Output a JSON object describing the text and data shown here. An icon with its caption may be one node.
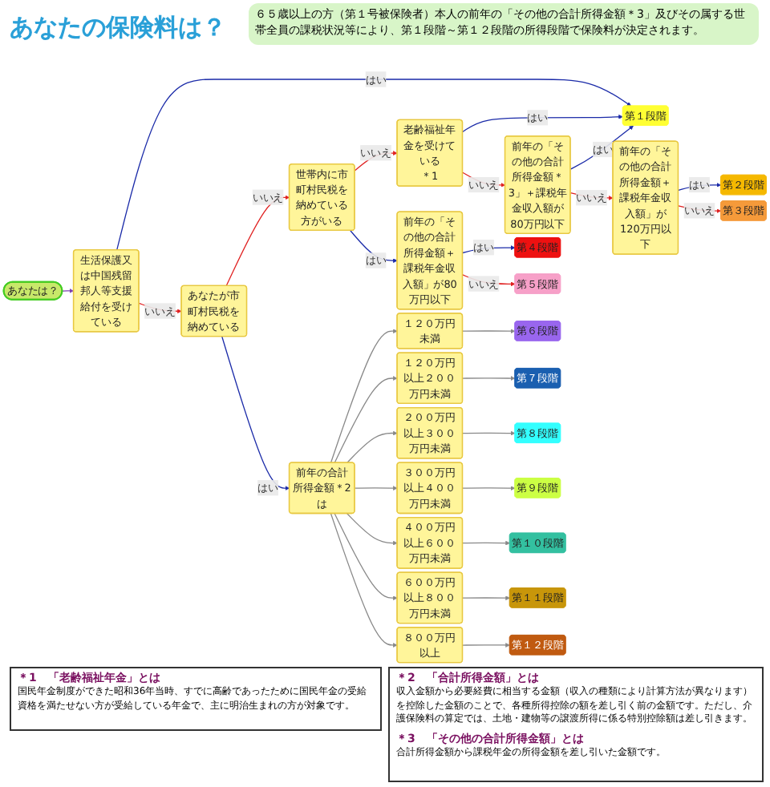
{
  "diagram": {
    "title": "あなたの保険料は？",
    "nodes": [
      {
        "text": [
          "あなたは？"
        ]
      },
      {
        "text": [
          "生活保護又は中国残留邦人等支援給付を受けている"
        ]
      },
      {
        "text": [
          "あなたが市町村民税を納めている"
        ]
      },
      {
        "text": [
          "世帯内に市町村民税を納めている方がいる"
        ]
      },
      {
        "text": [
          "老齢福祉年金を受けている",
          "＊1"
        ]
      },
      {
        "text": [
          "前年の「その他の合計所得金額＊3」＋課税年金収入額が80万円以下"
        ]
      },
      {
        "text": [
          "前年の「その他の合計所得金額＋課税年金収入額」が120万円以下"
        ]
      },
      {
        "text": [
          "前年の「その他の合計所得金額＋課税年金収入額」が80万円以下"
        ]
      },
      {
        "text": [
          "前年の合計所得金額＊2は"
        ]
      },
      {
        "text": [
          "１２０万円未満"
        ]
      },
      {
        "text": [
          "１２０万円以上２００万円未満"
        ]
      },
      {
        "text": [
          "２００万円以上３００万円未満"
        ]
      },
      {
        "text": [
          "３００万円以上４００万円未満"
        ]
      },
      {
        "text": [
          "４００万円以上６００万円未満"
        ]
      },
      {
        "text": [
          "６００万円以上８００万円未満"
        ]
      },
      {
        "text": [
          "８００万円以上"
        ]
      },
      {
        "text": [
          "第１段階"
        ]
      },
      {
        "text": [
          "第２段階"
        ]
      },
      {
        "text": [
          "第３段階"
        ]
      },
      {
        "text": [
          "第４段階"
        ]
      },
      {
        "text": [
          "第５段階"
        ]
      },
      {
        "text": [
          "第６段階"
        ]
      },
      {
        "text": [
          "第７段階"
        ]
      },
      {
        "text": [
          "第８段階"
        ]
      },
      {
        "text": [
          "第９段階"
        ]
      },
      {
        "text": [
          "第１０段階"
        ]
      },
      {
        "text": [
          "第１１段階"
        ]
      },
      {
        "text": [
          "第１２段階"
        ]
      }
    ],
    "edges": [
      {
        "from": 0,
        "to": 1,
        "arrow": "to",
        "color": "#7b3fb0"
      },
      {
        "from": 1,
        "to": 16,
        "arrow": "to",
        "label": "はい",
        "color": "#1a2aa8"
      },
      {
        "from": 1,
        "to": 2,
        "arrow": "to",
        "label": "いいえ",
        "color": "#e02020"
      },
      {
        "from": 2,
        "to": 3,
        "arrow": "to",
        "label": "いいえ",
        "color": "#e02020"
      },
      {
        "from": 2,
        "to": 8,
        "arrow": "to",
        "label": "はい",
        "color": "#1a2aa8"
      },
      {
        "from": 3,
        "to": 4,
        "arrow": "to",
        "label": "いいえ",
        "color": "#e02020"
      },
      {
        "from": 3,
        "to": 7,
        "arrow": "to",
        "label": "はい",
        "color": "#1a2aa8"
      },
      {
        "from": 4,
        "to": 16,
        "arrow": "to",
        "label": "はい",
        "color": "#1a2aa8"
      },
      {
        "from": 4,
        "to": 5,
        "arrow": "to",
        "label": "いいえ",
        "color": "#e02020"
      },
      {
        "from": 5,
        "to": 16,
        "arrow": "to",
        "label": "はい",
        "color": "#1a2aa8"
      },
      {
        "from": 5,
        "to": 6,
        "arrow": "to",
        "label": "いいえ",
        "color": "#e02020"
      },
      {
        "from": 6,
        "to": 17,
        "arrow": "to",
        "label": "はい",
        "color": "#1a2aa8"
      },
      {
        "from": 6,
        "to": 18,
        "arrow": "to",
        "label": "いいえ",
        "color": "#e02020"
      },
      {
        "from": 7,
        "to": 19,
        "arrow": "to",
        "label": "はい",
        "color": "#1a2aa8"
      },
      {
        "from": 7,
        "to": 20,
        "arrow": "to",
        "label": "いいえ",
        "color": "#e02020"
      },
      {
        "from": 8,
        "to": 9,
        "arrow": "to"
      },
      {
        "from": 8,
        "to": 10,
        "arrow": "to"
      },
      {
        "from": 8,
        "to": 11,
        "arrow": "to"
      },
      {
        "from": 8,
        "to": 12,
        "arrow": "to"
      },
      {
        "from": 8,
        "to": 13,
        "arrow": "to"
      },
      {
        "from": 8,
        "to": 14,
        "arrow": "to"
      },
      {
        "from": 8,
        "to": 15,
        "arrow": "to"
      },
      {
        "from": 9,
        "to": 21,
        "arrow": "to"
      },
      {
        "from": 10,
        "to": 22,
        "arrow": "to"
      },
      {
        "from": 11,
        "to": 23,
        "arrow": "to"
      },
      {
        "from": 12,
        "to": 24,
        "arrow": "to"
      },
      {
        "from": 13,
        "to": 25,
        "arrow": "to"
      },
      {
        "from": 14,
        "to": 26,
        "arrow": "to"
      },
      {
        "from": 15,
        "to": 27,
        "arrow": "to"
      }
    ],
    "labels": [
      "６５歳以上の方（第１号被保険者）本人の前年の「その他の合計所得金額＊3」及びその属する世帯全員の課税状況等により、第１段階～第１２段階の所得段階で保険料が決定されます。",
      "＊1　「老齢福祉年金」とは",
      "国民年金制度ができた昭和36年当時、すでに高齢であったために国民年金の受給資格を満たせない方が受給している年金で、主に明治生まれの方が対象です。",
      "＊2　「合計所得金額」とは",
      "収入金額から必要経費に相当する金額（収入の種類により計算方法が異なります）を控除した金額のことで、各種所得控除の額を差し引く前の金額です。ただし、介護保険料の算定では、土地・建物等の譲渡所得に係る特別控除額は差し引きます。",
      "＊3　「その他の合計所得金額」とは",
      "合計所得金額から課税年金の所得金額を差し引いた金額です。"
    ]
  }
}
